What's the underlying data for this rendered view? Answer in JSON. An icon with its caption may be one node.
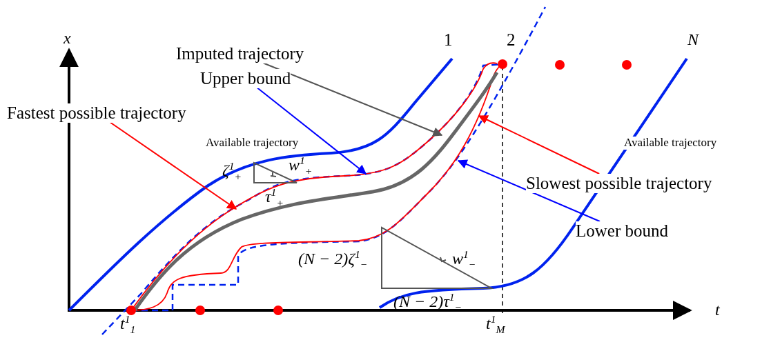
{
  "diagram": {
    "nodes": [
      {
        "text": [
          "Imputed trajectory"
        ]
      },
      {
        "text": [
          "Upper bound"
        ]
      },
      {
        "text": [
          "Fastest possible trajectory"
        ]
      },
      {
        "text": [
          "Slowest possible trajectory"
        ]
      },
      {
        "text": [
          "Lower bound"
        ]
      }
    ],
    "edges": [
      {
        "from": 0,
        "to": null,
        "arrow": "to",
        "color": "#555555"
      },
      {
        "from": 1,
        "to": null,
        "arrow": "to",
        "color": "#0000ff"
      },
      {
        "from": 2,
        "to": null,
        "arrow": "to",
        "color": "#ff0000"
      },
      {
        "from": 3,
        "to": null,
        "arrow": "to",
        "color": "#ff0000"
      },
      {
        "from": 4,
        "to": null,
        "arrow": "to",
        "color": "#0000ff"
      }
    ],
    "labels": [
      "x",
      "1",
      "2",
      "N",
      "Available trajectory",
      "Available trajectory",
      "ζ$^{1}$$_{+}$",
      "w$^{1}$$_{+}$",
      "τ$^{1}$$_{+}$",
      "(N − 2)ζ$^{1}$$_{−}$",
      "w$^{1}$$_{−}$",
      "(N − 2)τ$^{1}$$_{−}$",
      "t",
      "t$^{1}$$_{1}$",
      "t$^{1}$$_{M}$"
    ]
  }
}
